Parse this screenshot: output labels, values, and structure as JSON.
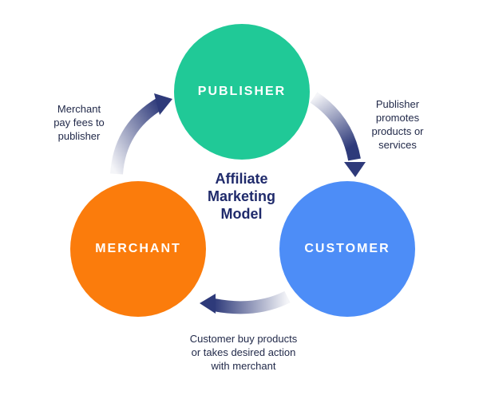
{
  "title": {
    "lines": [
      "Affiliate",
      "Marketing",
      "Model"
    ],
    "color": "#1f2a6b"
  },
  "nodes": {
    "publisher": {
      "label": "PUBLISHER",
      "color": "#20c997"
    },
    "customer": {
      "label": "CUSTOMER",
      "color": "#4d8df7"
    },
    "merchant": {
      "label": "MERCHANT",
      "color": "#fb7c0c"
    }
  },
  "notes": {
    "merchant_to_publisher": {
      "lines": [
        "Merchant",
        "pay fees to",
        "publisher"
      ]
    },
    "publisher_to_customer": {
      "lines": [
        "Publisher",
        "promotes",
        "products or",
        "services"
      ]
    },
    "customer_to_merchant": {
      "lines": [
        "Customer buy products",
        "or takes desired action",
        "with merchant"
      ]
    }
  },
  "arrow_color": "#2e3a7a"
}
